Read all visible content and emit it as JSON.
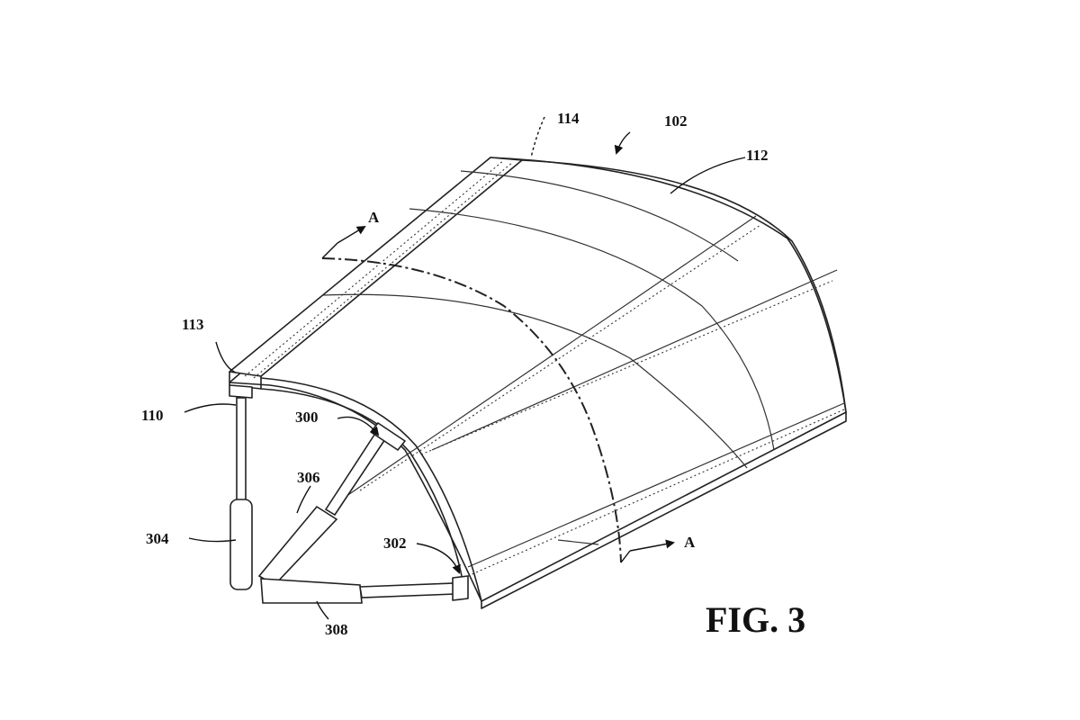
{
  "labels": {
    "ref_114": "114",
    "ref_102": "102",
    "ref_112": "112",
    "ref_113": "113",
    "ref_110": "110",
    "ref_300": "300",
    "ref_306": "306",
    "ref_304": "304",
    "ref_302": "302",
    "ref_308": "308",
    "section_a_top": "A",
    "section_a_bottom": "A"
  },
  "figure_title": "FIG. 3"
}
